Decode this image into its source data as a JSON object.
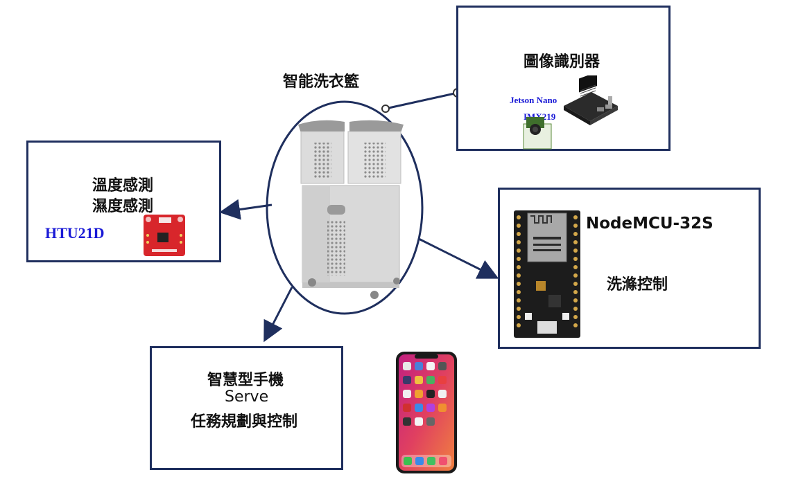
{
  "diagram": {
    "center_title": "智能洗衣籃",
    "vision_box": {
      "title": "圖像識別器",
      "board_label": "Jetson Nano",
      "camera_label": "IMX219"
    },
    "sensor_box": {
      "line1": "溫度感測",
      "line2": "濕度感測",
      "sensor_model": "HTU21D"
    },
    "mcu_box": {
      "title": "NodeMCU-32S",
      "subtitle": "洗滌控制"
    },
    "phone_box": {
      "line1": "智慧型手機",
      "line2": "Serve",
      "line3": "任務規劃與控制"
    },
    "colors": {
      "border": "#1f2f5e",
      "label_blue": "#1a1ad6",
      "pcb_red": "#d8262b",
      "mcu_black": "#1c1c1c"
    }
  }
}
